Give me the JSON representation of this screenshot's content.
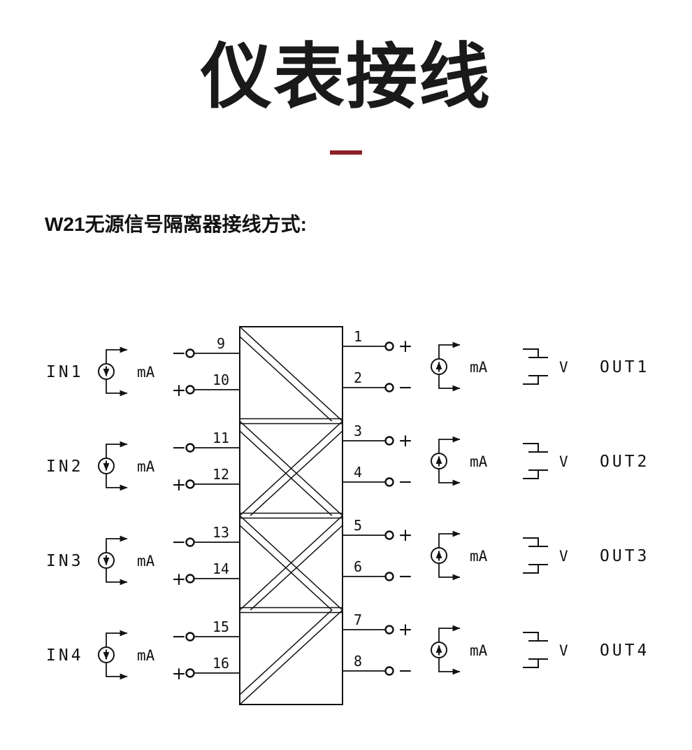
{
  "page": {
    "title": "仪表接线",
    "subtitle": "W21无源信号隔离器接线方式:"
  },
  "accent_color": "#8e1f27",
  "line_color": "#111111",
  "units": {
    "current": "mA",
    "voltage": "V"
  },
  "signs": {
    "plus": "+",
    "minus": "−"
  },
  "isolator": {
    "channels": [
      {
        "input_label": "IN1",
        "output_label": "OUT1",
        "input_terminals": {
          "minus": "9",
          "plus": "10"
        },
        "output_terminals": {
          "plus": "1",
          "minus": "2"
        }
      },
      {
        "input_label": "IN2",
        "output_label": "OUT2",
        "input_terminals": {
          "minus": "11",
          "plus": "12"
        },
        "output_terminals": {
          "plus": "3",
          "minus": "4"
        }
      },
      {
        "input_label": "IN3",
        "output_label": "OUT3",
        "input_terminals": {
          "minus": "13",
          "plus": "14"
        },
        "output_terminals": {
          "plus": "5",
          "minus": "6"
        }
      },
      {
        "input_label": "IN4",
        "output_label": "OUT4",
        "input_terminals": {
          "minus": "15",
          "plus": "16"
        },
        "output_terminals": {
          "plus": "7",
          "minus": "8"
        }
      }
    ]
  }
}
